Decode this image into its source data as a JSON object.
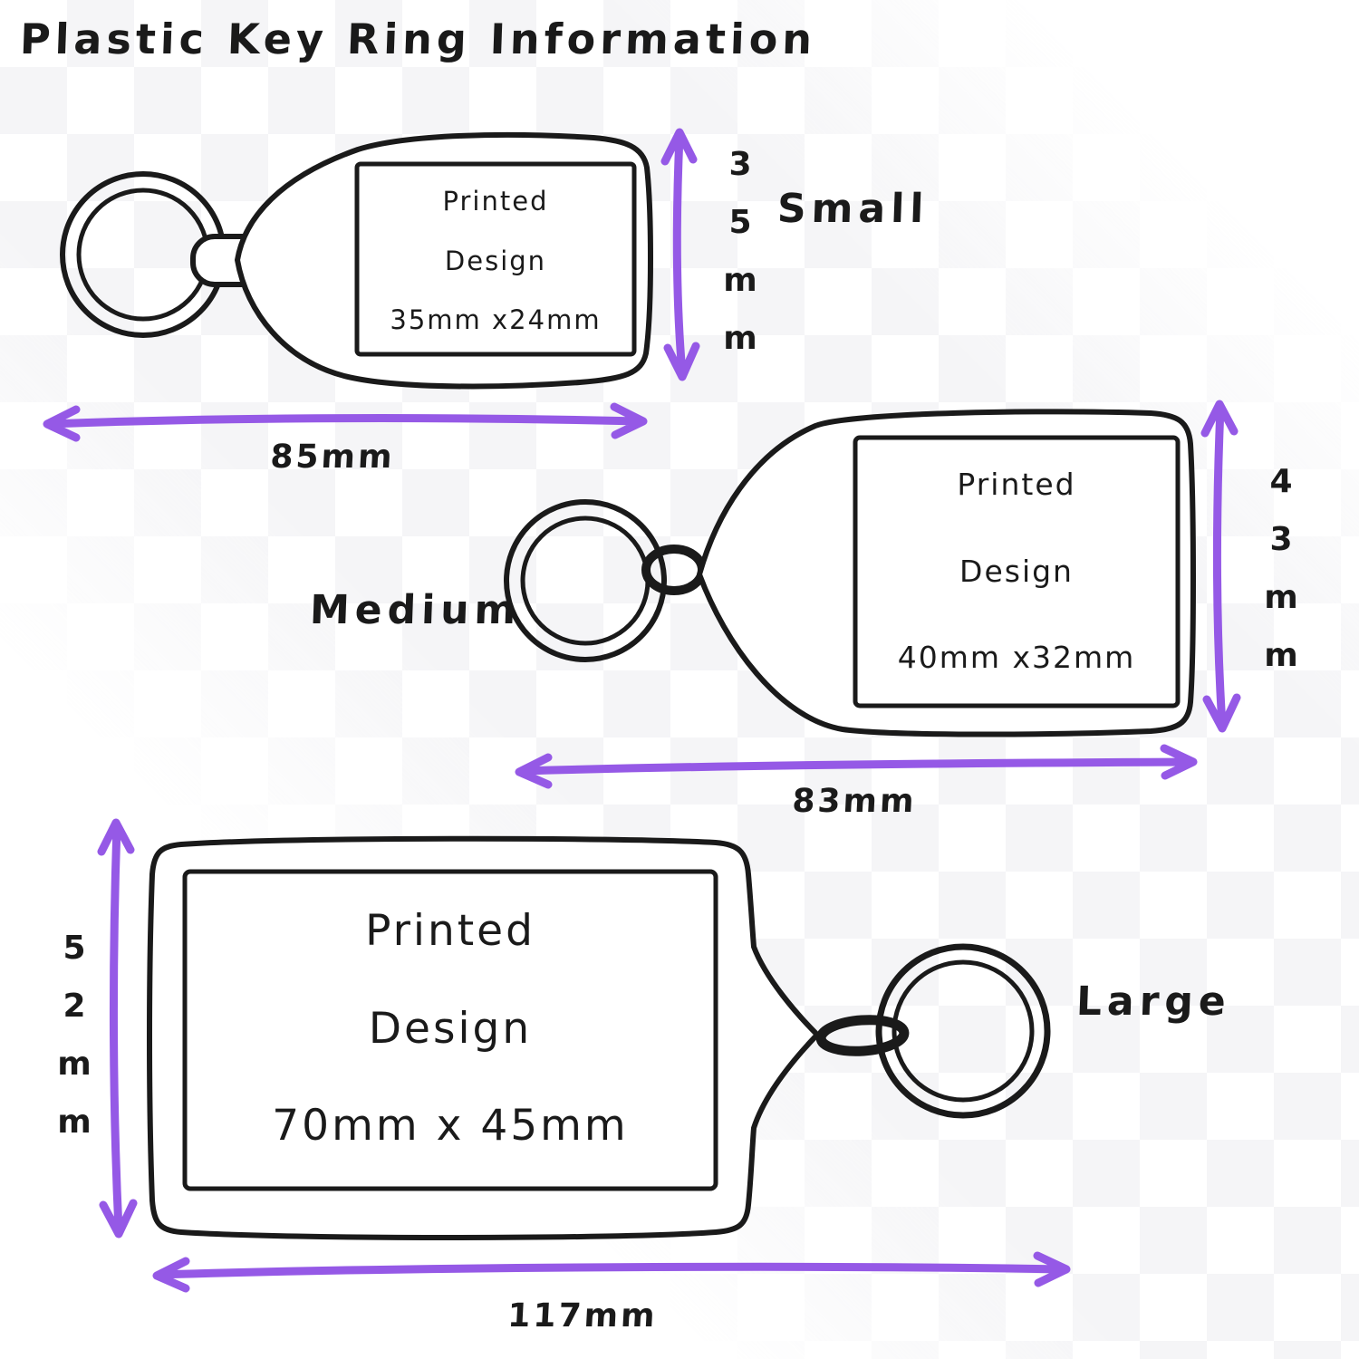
{
  "title": "Plastic Key Ring Information",
  "colors": {
    "ink": "#1a1a1a",
    "arrow": "#9559e6"
  },
  "small": {
    "size_label": "Small",
    "design_line1": "Printed",
    "design_line2": "Design",
    "design_dims": "35mm x24mm",
    "height": [
      "3",
      "5",
      "m",
      "m"
    ],
    "width_label": "85mm"
  },
  "medium": {
    "size_label": "Medium",
    "design_line1": "Printed",
    "design_line2": "Design",
    "design_dims": "40mm x32mm",
    "height": [
      "4",
      "3",
      "m",
      "m"
    ],
    "width_label": "83mm"
  },
  "large": {
    "size_label": "Large",
    "design_line1": "Printed",
    "design_line2": "Design",
    "design_dims": "70mm x 45mm",
    "height": [
      "5",
      "2",
      "m",
      "m"
    ],
    "width_label": "117mm"
  }
}
